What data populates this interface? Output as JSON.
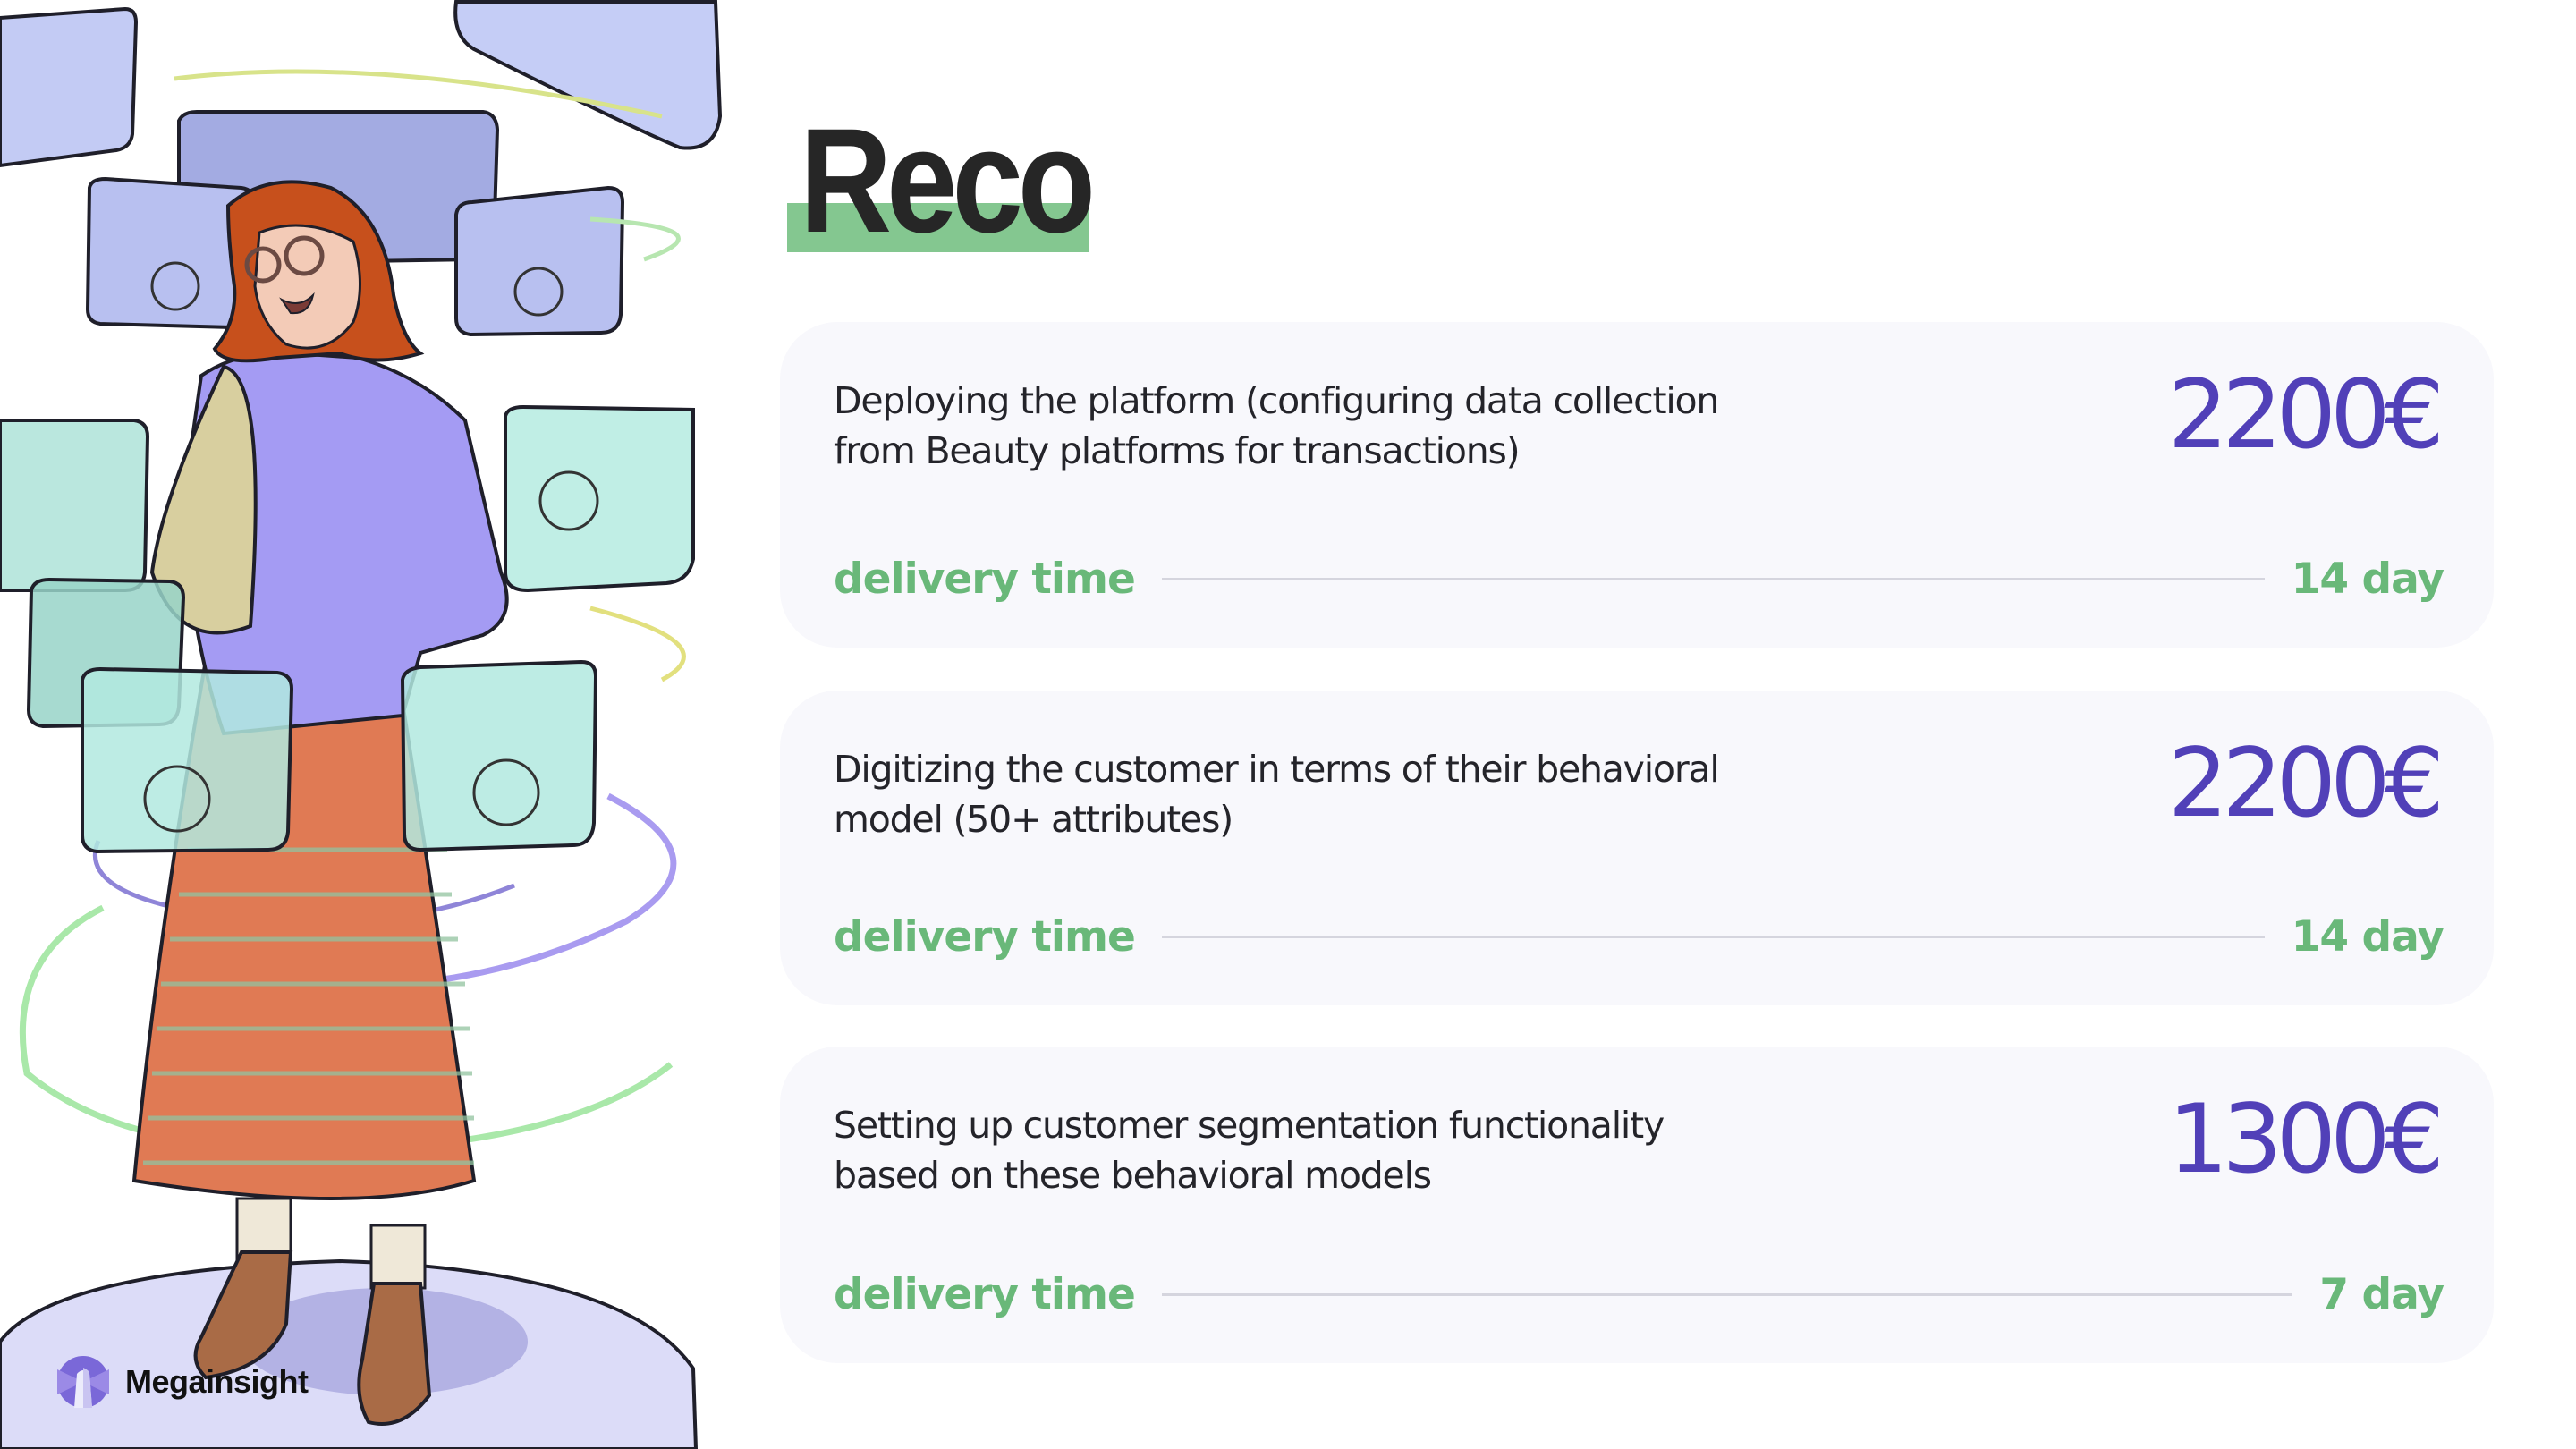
{
  "title": "Reco",
  "brand": {
    "name": "Megainsight",
    "logo_icon": "lighthouse-icon"
  },
  "colors": {
    "accent_green": "#69b879",
    "title_underline": "#84c790",
    "price_purple": "#5140b8",
    "card_background": "#f8f8fc"
  },
  "services": [
    {
      "description_lines": [
        "Deploying the platform (configuring data collection",
        "from Beauty platforms for transactions)"
      ],
      "price": "2200€",
      "delivery_label": "delivery time",
      "delivery_value": "14 day"
    },
    {
      "description_lines": [
        "Digitizing the customer in terms of their behavioral",
        "model (50+ attributes)"
      ],
      "price": "2200€",
      "delivery_label": "delivery time",
      "delivery_value": "14 day"
    },
    {
      "description_lines": [
        "Setting up customer segmentation functionality",
        "based on these behavioral models"
      ],
      "price": "1300€",
      "delivery_label": "delivery time",
      "delivery_value": "7 day"
    }
  ]
}
